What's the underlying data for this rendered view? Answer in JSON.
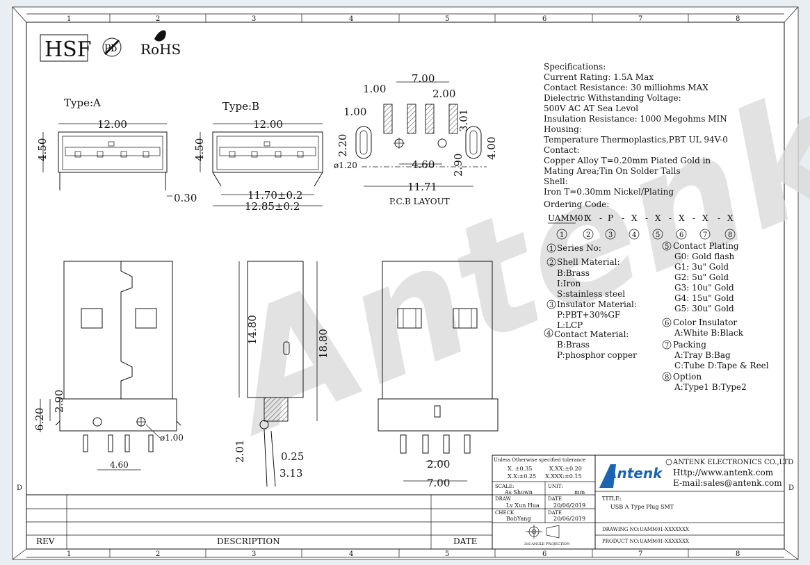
{
  "title_block_grid": {
    "columns": [
      "1",
      "2",
      "3",
      "4",
      "5",
      "6",
      "7",
      "8"
    ],
    "row_letter": "D"
  },
  "badges": {
    "hsf": "HSF",
    "pb": "Pb",
    "rohs": "RoHS"
  },
  "watermark": "Antenk",
  "views": {
    "type_a": {
      "label": "Type:A",
      "width": "12.00",
      "height": "4.50",
      "pin_offset": "0.30"
    },
    "type_b": {
      "label": "Type:B",
      "width": "12.00",
      "height": "4.50",
      "inner_width": "11.70±0.2",
      "outer_width": "12.85±0.2"
    },
    "pcb": {
      "caption": "P.C.B  LAYOUT",
      "dims": [
        "7.00",
        "1.00",
        "2.00",
        "1.00",
        "3.01",
        "2.20",
        "ø1.20",
        "4.60",
        "2.90",
        "4.00",
        "11.71"
      ]
    },
    "front": {
      "dims": [
        "2.90",
        "6.20",
        "ø1.00",
        "4.60"
      ]
    },
    "side": {
      "dims": [
        "14.80",
        "18.80",
        "2.01",
        "0.25",
        "3.13"
      ]
    },
    "back": {
      "dims": [
        "2.00",
        "7.00"
      ]
    }
  },
  "specs": [
    "Specifications:",
    "Current Rating:      1.5A Max",
    "Contact Resistance: 30 milliohms MAX",
    "Dielectric Withstanding Voltage:",
    "  500V AC AT Sea Levol",
    "Insulation Resistance: 1000 Megohms MIN",
    "Housing:",
    " Temperature Thermoplastics,PBT UL 94V-0",
    "Contact:",
    "  Copper Alloy T=0.20mm Piated Gold in",
    "  Mating Area;Tin On Solder Talls",
    "Shell:",
    "  Iron T=0.30mm Nickel/Plating",
    " Ordering Code:"
  ],
  "ordering_code": {
    "prefix": "UAMM01",
    "parts": [
      "X",
      "P",
      "X",
      "X",
      "X",
      "X",
      "X"
    ],
    "numbers": [
      "1",
      "2",
      "3",
      "4",
      "5",
      "6",
      "7",
      "8"
    ]
  },
  "options_left": [
    {
      "num": "1",
      "text": "Series No:"
    },
    {
      "num": "2",
      "text": "Shell Material:"
    },
    {
      "num": "",
      "text": "B:Brass"
    },
    {
      "num": "",
      "text": "I:Iron"
    },
    {
      "num": "",
      "text": "S:stainless steel"
    },
    {
      "num": "3",
      "text": "Insulator Material:"
    },
    {
      "num": "",
      "text": "P:PBT+30%GF"
    },
    {
      "num": "",
      "text": "L:LCP"
    },
    {
      "num": "4",
      "text": "Contact Material:"
    },
    {
      "num": "",
      "text": "B:Brass"
    },
    {
      "num": "",
      "text": "P:phosphor copper"
    }
  ],
  "options_right": [
    {
      "num": "5",
      "text": "Contact Plating"
    },
    {
      "num": "",
      "text": "G0: Gold flash"
    },
    {
      "num": "",
      "text": "G1:  3u\" Gold"
    },
    {
      "num": "",
      "text": "G2:  5u\" Gold"
    },
    {
      "num": "",
      "text": "G3: 10u\" Gold"
    },
    {
      "num": "",
      "text": "G4: 15u\" Gold"
    },
    {
      "num": "",
      "text": "G5: 30u\" Gold"
    },
    {
      "num": "6",
      "text": "Color Insulator"
    },
    {
      "num": "",
      "text": "A:White  B:Black"
    },
    {
      "num": "7",
      "text": "Packing"
    },
    {
      "num": "",
      "text": "A:Tray  B:Bag"
    },
    {
      "num": "",
      "text": "C:Tube  D:Tape & Reel"
    },
    {
      "num": "8",
      "text": "Option"
    },
    {
      "num": "",
      "text": "A:Type1  B:Type2"
    }
  ],
  "revision_table": {
    "rev": "REV",
    "description": "DESCRIPTION",
    "date": "DATE"
  },
  "tolerance": {
    "header": "Unless Otherwise specified tolerance",
    "rows": [
      [
        "X. ±0.35",
        "X.XX:±0.20"
      ],
      [
        "X.X:±0.25",
        "X.XXX:±0.15"
      ]
    ]
  },
  "title_block": {
    "scale_label": "SCALE:",
    "scale": "As Shown",
    "unit_label": "UNIT:",
    "unit": "mm",
    "draw_label": "DRAW",
    "draw_name": "Lv Xun Hua",
    "date_label": "DATE",
    "draw_date": "20/06/2019",
    "check_label": "CHECK",
    "check_name": "BobYang",
    "check_date": "20/06/2019",
    "projection": "3rd ANGLE PROJECTION",
    "company": "ANTENK ELECTRONICS CO.,LTD",
    "website": "Http://www.antenk.com",
    "email": "E-mail:sales@antenk.com",
    "logo": "Antenk",
    "title_label": "TITLE:",
    "title": "USB A Type Plug SMT",
    "drawing_no_label": "DRAWING NO:",
    "drawing_no": "UAMM01-XXXXXXX",
    "product_no_label": "PRODUCT NO:",
    "product_no": "UAMM01-XXXXXXX"
  }
}
